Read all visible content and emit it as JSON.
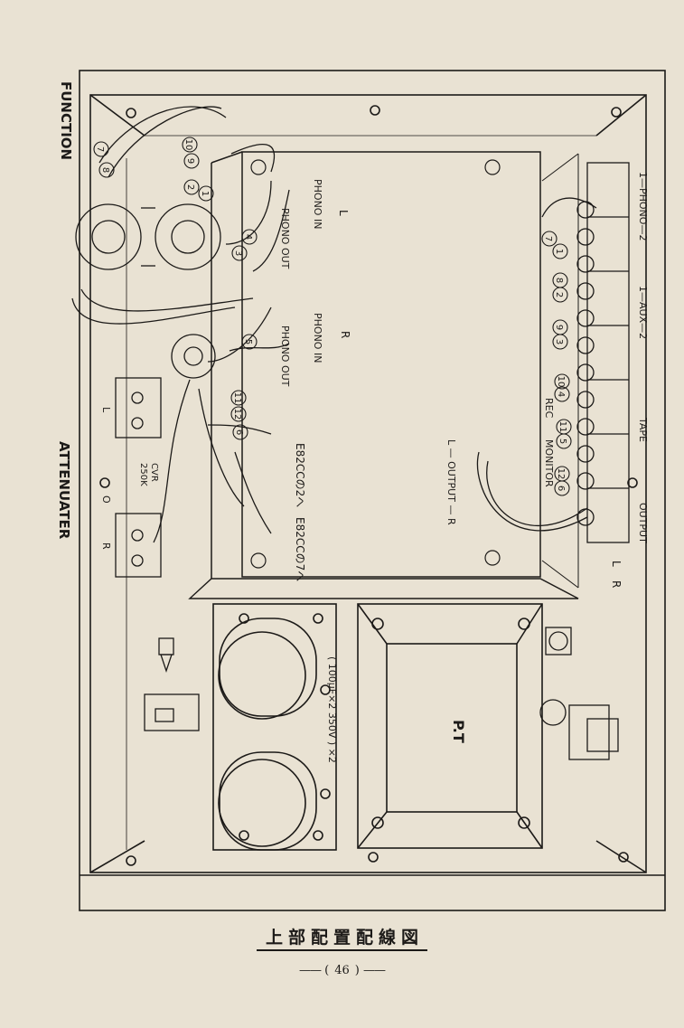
{
  "diagram": {
    "labels": {
      "function": "FUNCTION",
      "attenuater": "ATTENUATER",
      "phono_in_l": "PHONO IN",
      "phono_out_l": "PHONO OUT",
      "channel_l": "L",
      "channel_r": "R",
      "phono_in_r": "PHONO IN",
      "phono_out_r": "PHONO OUT",
      "tube_1": "E82CCの2へ",
      "tube_2": "E82CCの7へ",
      "output_lr": "L — OUTPUT — R",
      "phono_jacks": "1—PHONO—2",
      "aux_jacks": "1—AUX—2",
      "tape": "TAPE",
      "rec": "REC",
      "monitor": "MONITOR",
      "output": "OUTPUT",
      "out_l": "L",
      "out_r": "R",
      "attn_l": "L",
      "attn_o": "O",
      "attn_r": "R",
      "cvr": "CVR",
      "cvr_value": "250K",
      "capacitor": "( 100μF×2  350V ) ×2",
      "transformer": "P.T"
    },
    "terminals": [
      "7",
      "8",
      "10",
      "9",
      "2",
      "1",
      "3",
      "4",
      "5",
      "11",
      "12",
      "6"
    ],
    "jack_numbers": [
      "7",
      "1",
      "8",
      "2",
      "9",
      "3",
      "10",
      "4",
      "11",
      "5",
      "12",
      "6"
    ]
  },
  "caption": "上部配置配線図",
  "page_number": "46"
}
